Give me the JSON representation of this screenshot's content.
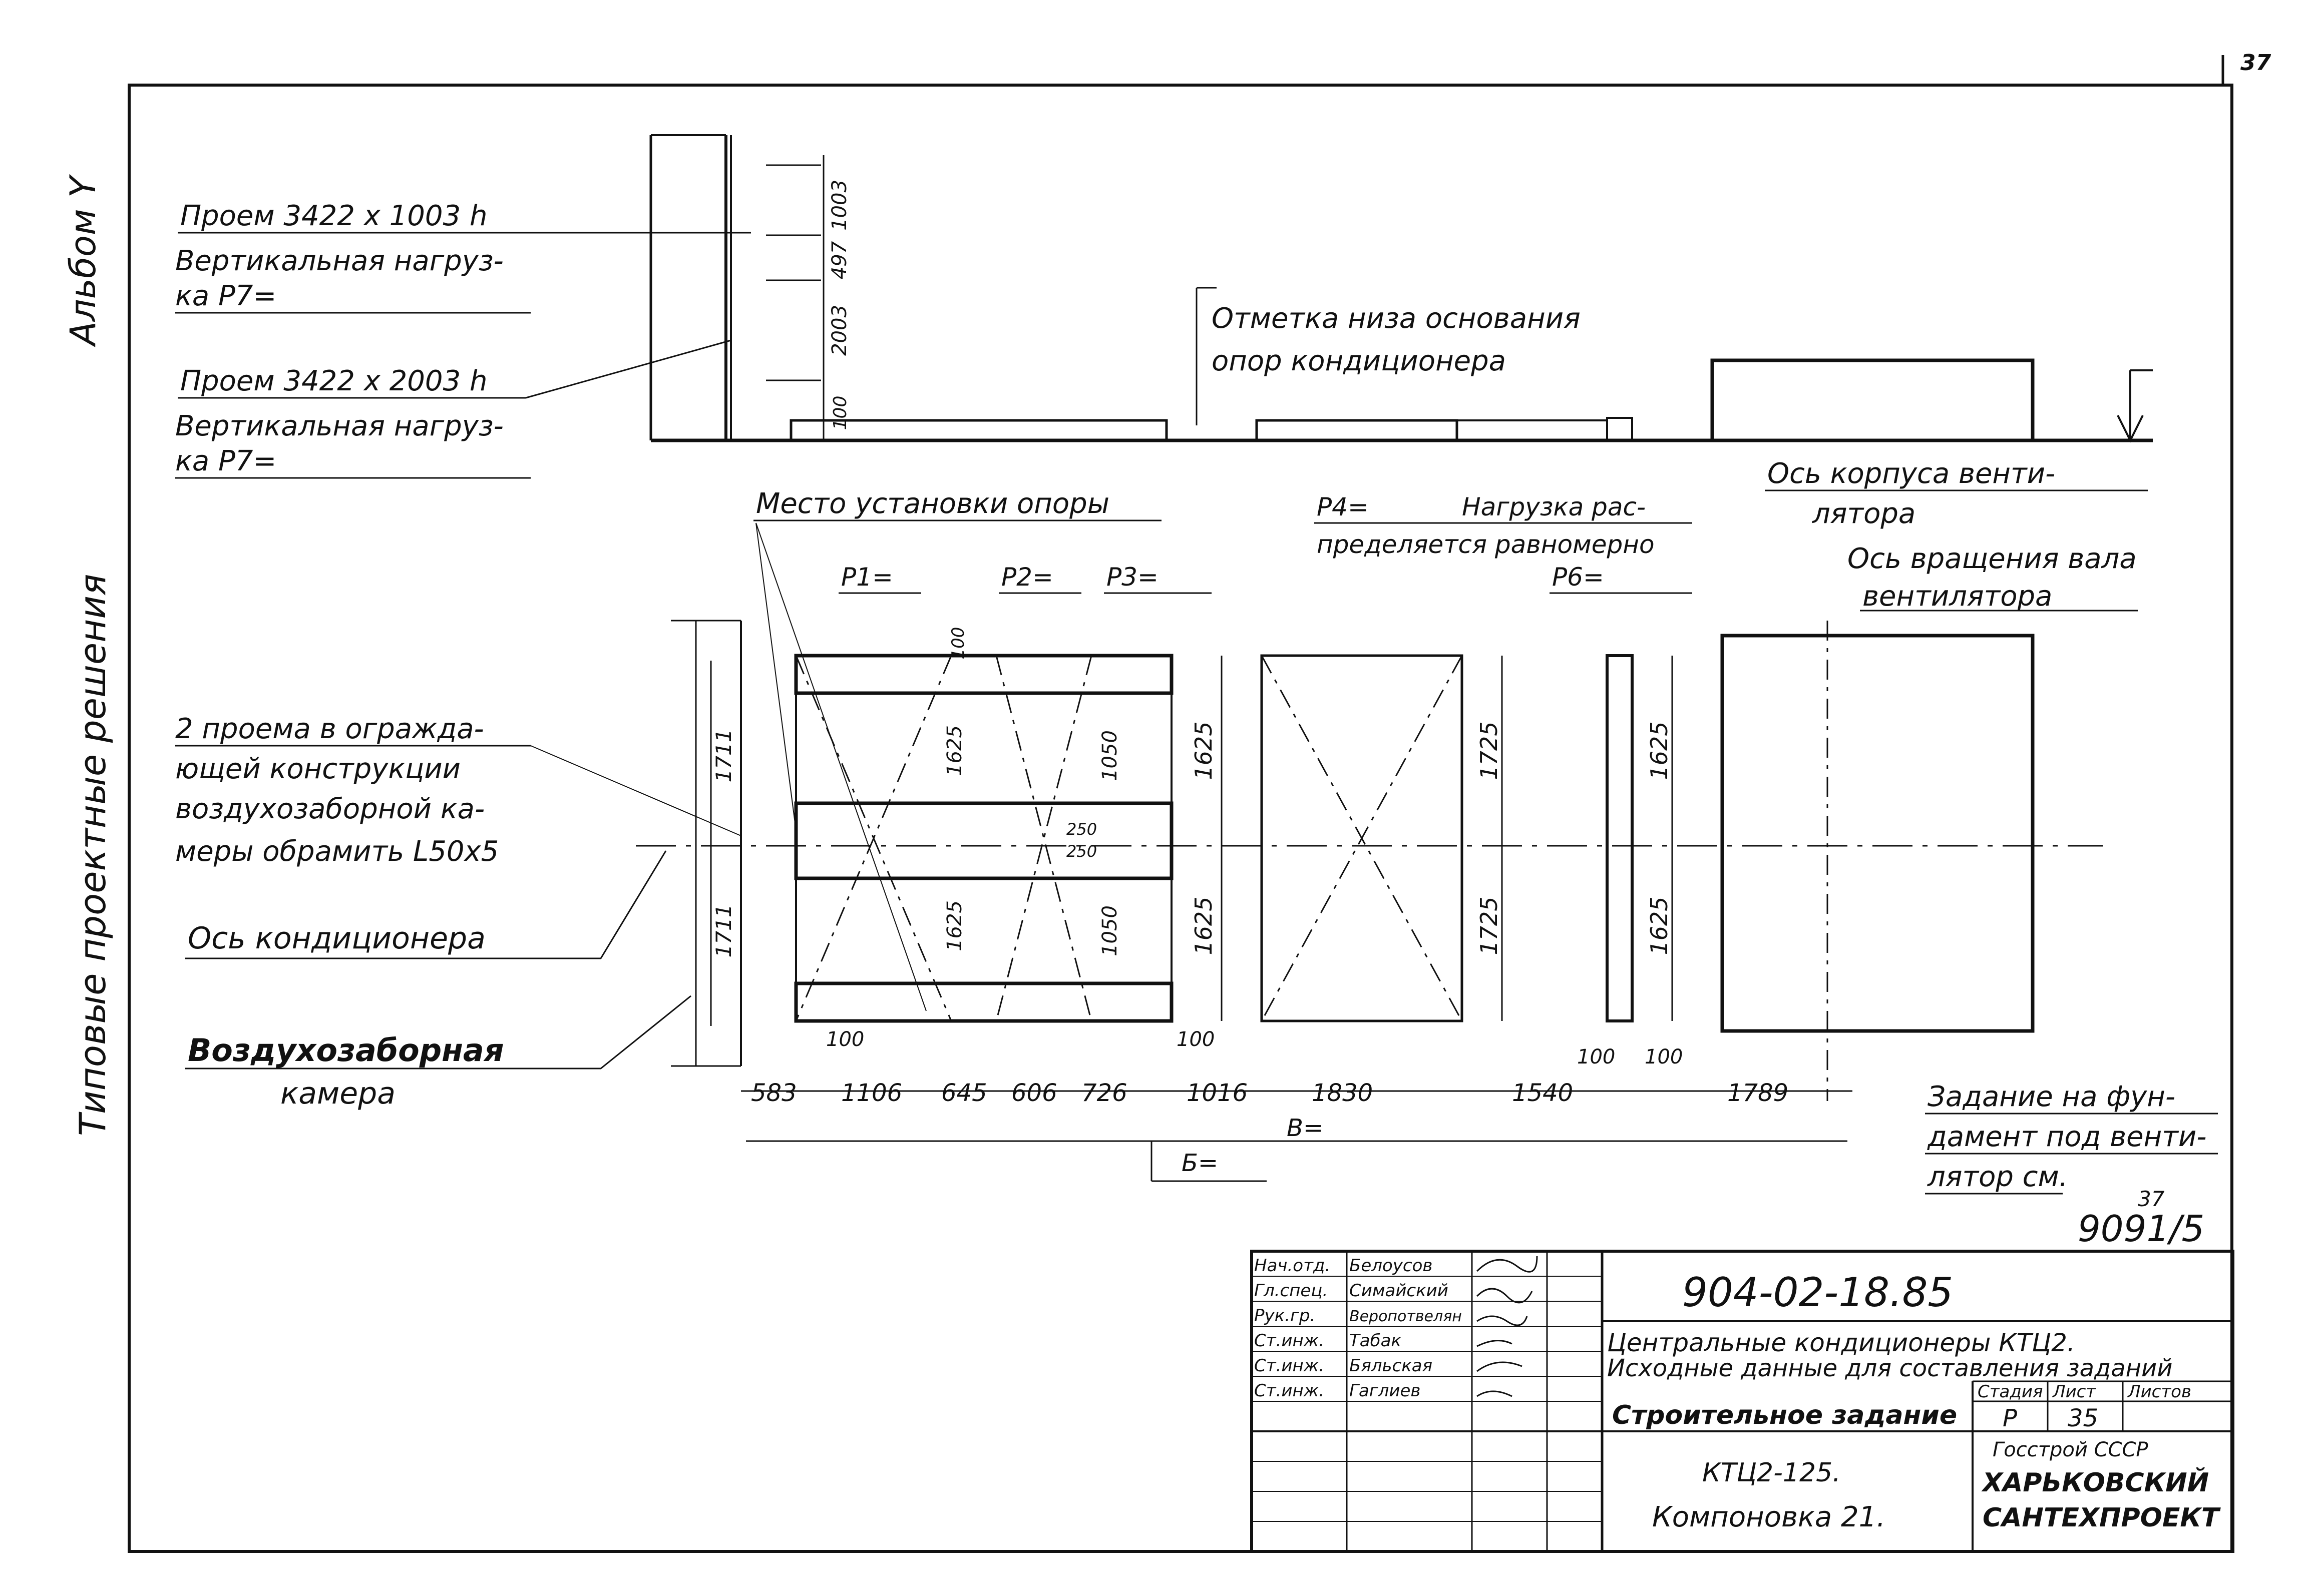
{
  "page_number": "37",
  "side_labels": {
    "album": "Альбом",
    "album_roman": "Y",
    "typical": "Типовые проектные решения"
  },
  "elevation": {
    "opening1": "Проем 3422 х 1003 h",
    "vload1a": "Вертикальная нагруз-",
    "vload1b": "ка Р7=",
    "opening2": "Проем 3422 х 2003 h",
    "vload2a": "Вертикальная нагруз-",
    "vload2b": "ка Р7=",
    "mark_a": "Отметка низа основания",
    "mark_b": "опор кондиционера",
    "vert_dims": [
      "1003",
      "497",
      "2003",
      "100"
    ]
  },
  "plan": {
    "support_place": "Место установки опоры",
    "p1": "Р1=",
    "p2": "Р2=",
    "p3": "Р3=",
    "p4": "Р4=",
    "load_a": "Нагрузка рас-",
    "load_b": "пределяется равномерно",
    "p6": "Р6=",
    "fan_axis_a": "Ось корпуса венти-",
    "fan_axis_b": "лятора",
    "shaft_a": "Ось вращения вала",
    "shaft_b": "вентилятора",
    "openings_a": "2 проема в огражда-",
    "openings_b": "ющей конструкции",
    "openings_c": "воздухозаборной ка-",
    "openings_d": "меры обрамить L50х5",
    "cond_axis": "Ось кондиционера",
    "intake_a": "Воздухозаборная",
    "intake_b": "камера",
    "task_a": "Задание на фун-",
    "task_b": "дамент под венти-",
    "task_c": "лятор см.",
    "ref_top": "37",
    "ref_bottom": "9091/5",
    "bottom_dims": [
      "583",
      "1106",
      "645",
      "606",
      "726",
      "1016",
      "1830",
      "1540",
      "1789"
    ],
    "total_b": "В=",
    "dim_b": "Б=",
    "dims_1711": "1711",
    "dims_1625": "1625",
    "dims_1050": "1050",
    "dims_1725": "1725",
    "dims_100": "100",
    "dims_250": "250"
  },
  "title_block": {
    "doc_number": "904-02-18.85",
    "line1": "Центральные кондиционеры КТЦ2.",
    "line2": "Исходные данные для составления заданий",
    "task_type": "Строительное задание",
    "stage_hdr": "Стадия",
    "sheet_hdr": "Лист",
    "sheets_hdr": "Листов",
    "stage": "Р",
    "sheet": "35",
    "variant1": "КТЦ2-125.",
    "variant2": "Компоновка 21.",
    "org1": "Госстрой СССР",
    "org2": "ХАРЬКОВСКИЙ",
    "org3": "САНТЕХПРОЕКТ",
    "roles": [
      "Нач.отд.",
      "Гл.спец.",
      "Рук.гр.",
      "Ст.инж.",
      "Ст.инж.",
      "Ст.инж."
    ],
    "names": [
      "Белоусов",
      "Симайский",
      "Веропотвелян",
      "Табак",
      "Бяльская",
      "Гаглиев"
    ]
  }
}
